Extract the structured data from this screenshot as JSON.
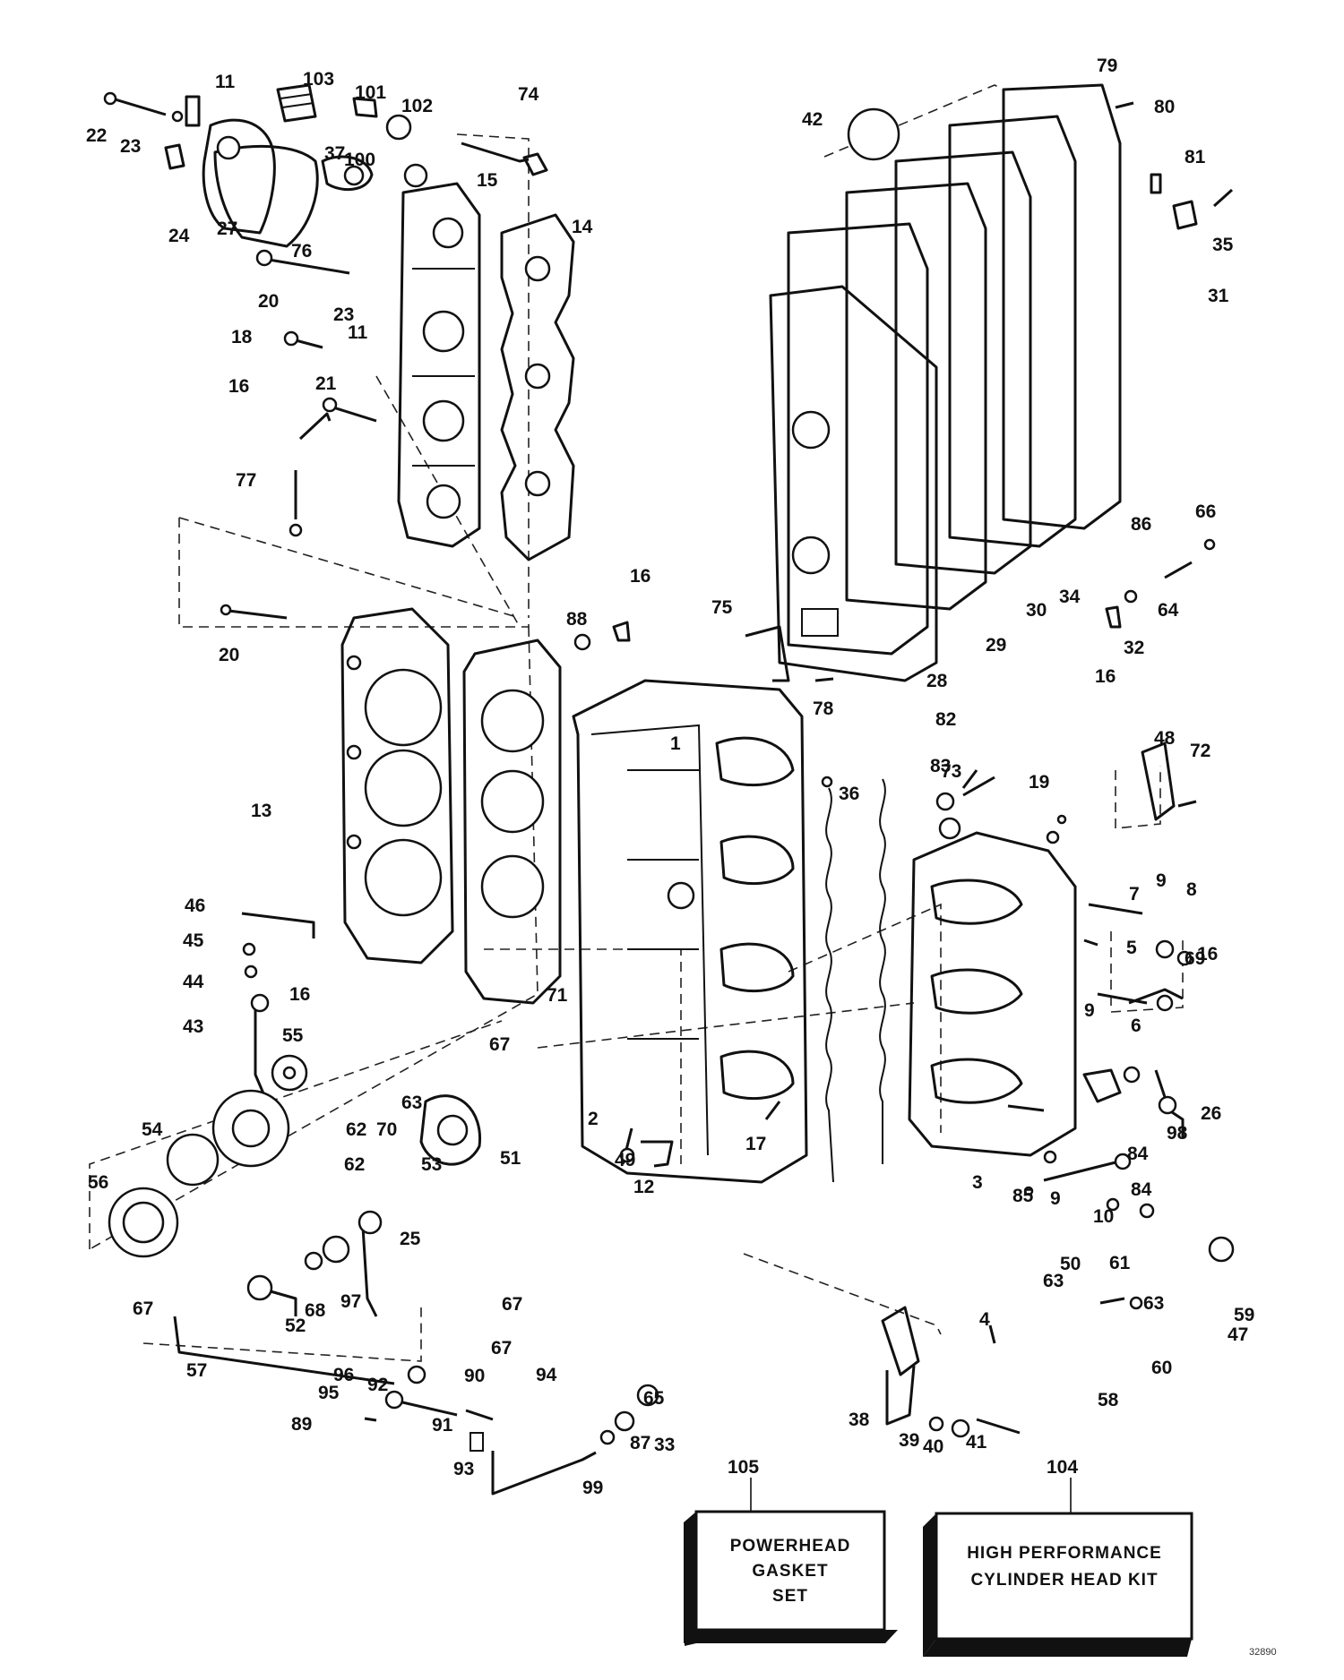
{
  "diagram": {
    "reference_code": "32890",
    "kits": [
      {
        "number": "105",
        "lines": [
          "POWERHEAD",
          "GASKET",
          "SET"
        ]
      },
      {
        "number": "104",
        "lines": [
          "HIGH PERFORMANCE",
          "CYLINDER HEAD KIT"
        ]
      }
    ],
    "callouts": [
      "1",
      "2",
      "3",
      "4",
      "5",
      "6",
      "7",
      "8",
      "9",
      "9",
      "9",
      "10",
      "11",
      "11",
      "12",
      "13",
      "14",
      "15",
      "16",
      "16",
      "16",
      "16",
      "16",
      "17",
      "18",
      "19",
      "20",
      "20",
      "21",
      "22",
      "23",
      "23",
      "24",
      "25",
      "26",
      "27",
      "28",
      "29",
      "30",
      "31",
      "32",
      "33",
      "34",
      "35",
      "36",
      "37",
      "38",
      "39",
      "40",
      "41",
      "42",
      "43",
      "44",
      "45",
      "46",
      "47",
      "48",
      "49",
      "50",
      "51",
      "52",
      "53",
      "54",
      "55",
      "56",
      "57",
      "58",
      "59",
      "60",
      "61",
      "62",
      "62",
      "63",
      "63",
      "63",
      "64",
      "65",
      "66",
      "67",
      "67",
      "67",
      "67",
      "68",
      "69",
      "70",
      "71",
      "72",
      "73",
      "74",
      "75",
      "76",
      "77",
      "78",
      "79",
      "80",
      "81",
      "82",
      "83",
      "84",
      "84",
      "85",
      "86",
      "87",
      "88",
      "89",
      "90",
      "91",
      "92",
      "93",
      "94",
      "95",
      "96",
      "97",
      "98",
      "99",
      "100",
      "101",
      "102",
      "103",
      "104",
      "105"
    ]
  }
}
